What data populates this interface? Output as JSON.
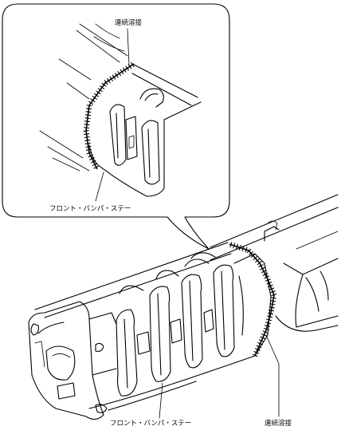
{
  "labels": {
    "detail_weld": "連続溶接",
    "detail_stay": "フロント・バンパ・ステー",
    "main_stay": "フロント・バンパ・ステー",
    "main_weld": "連続溶接"
  }
}
